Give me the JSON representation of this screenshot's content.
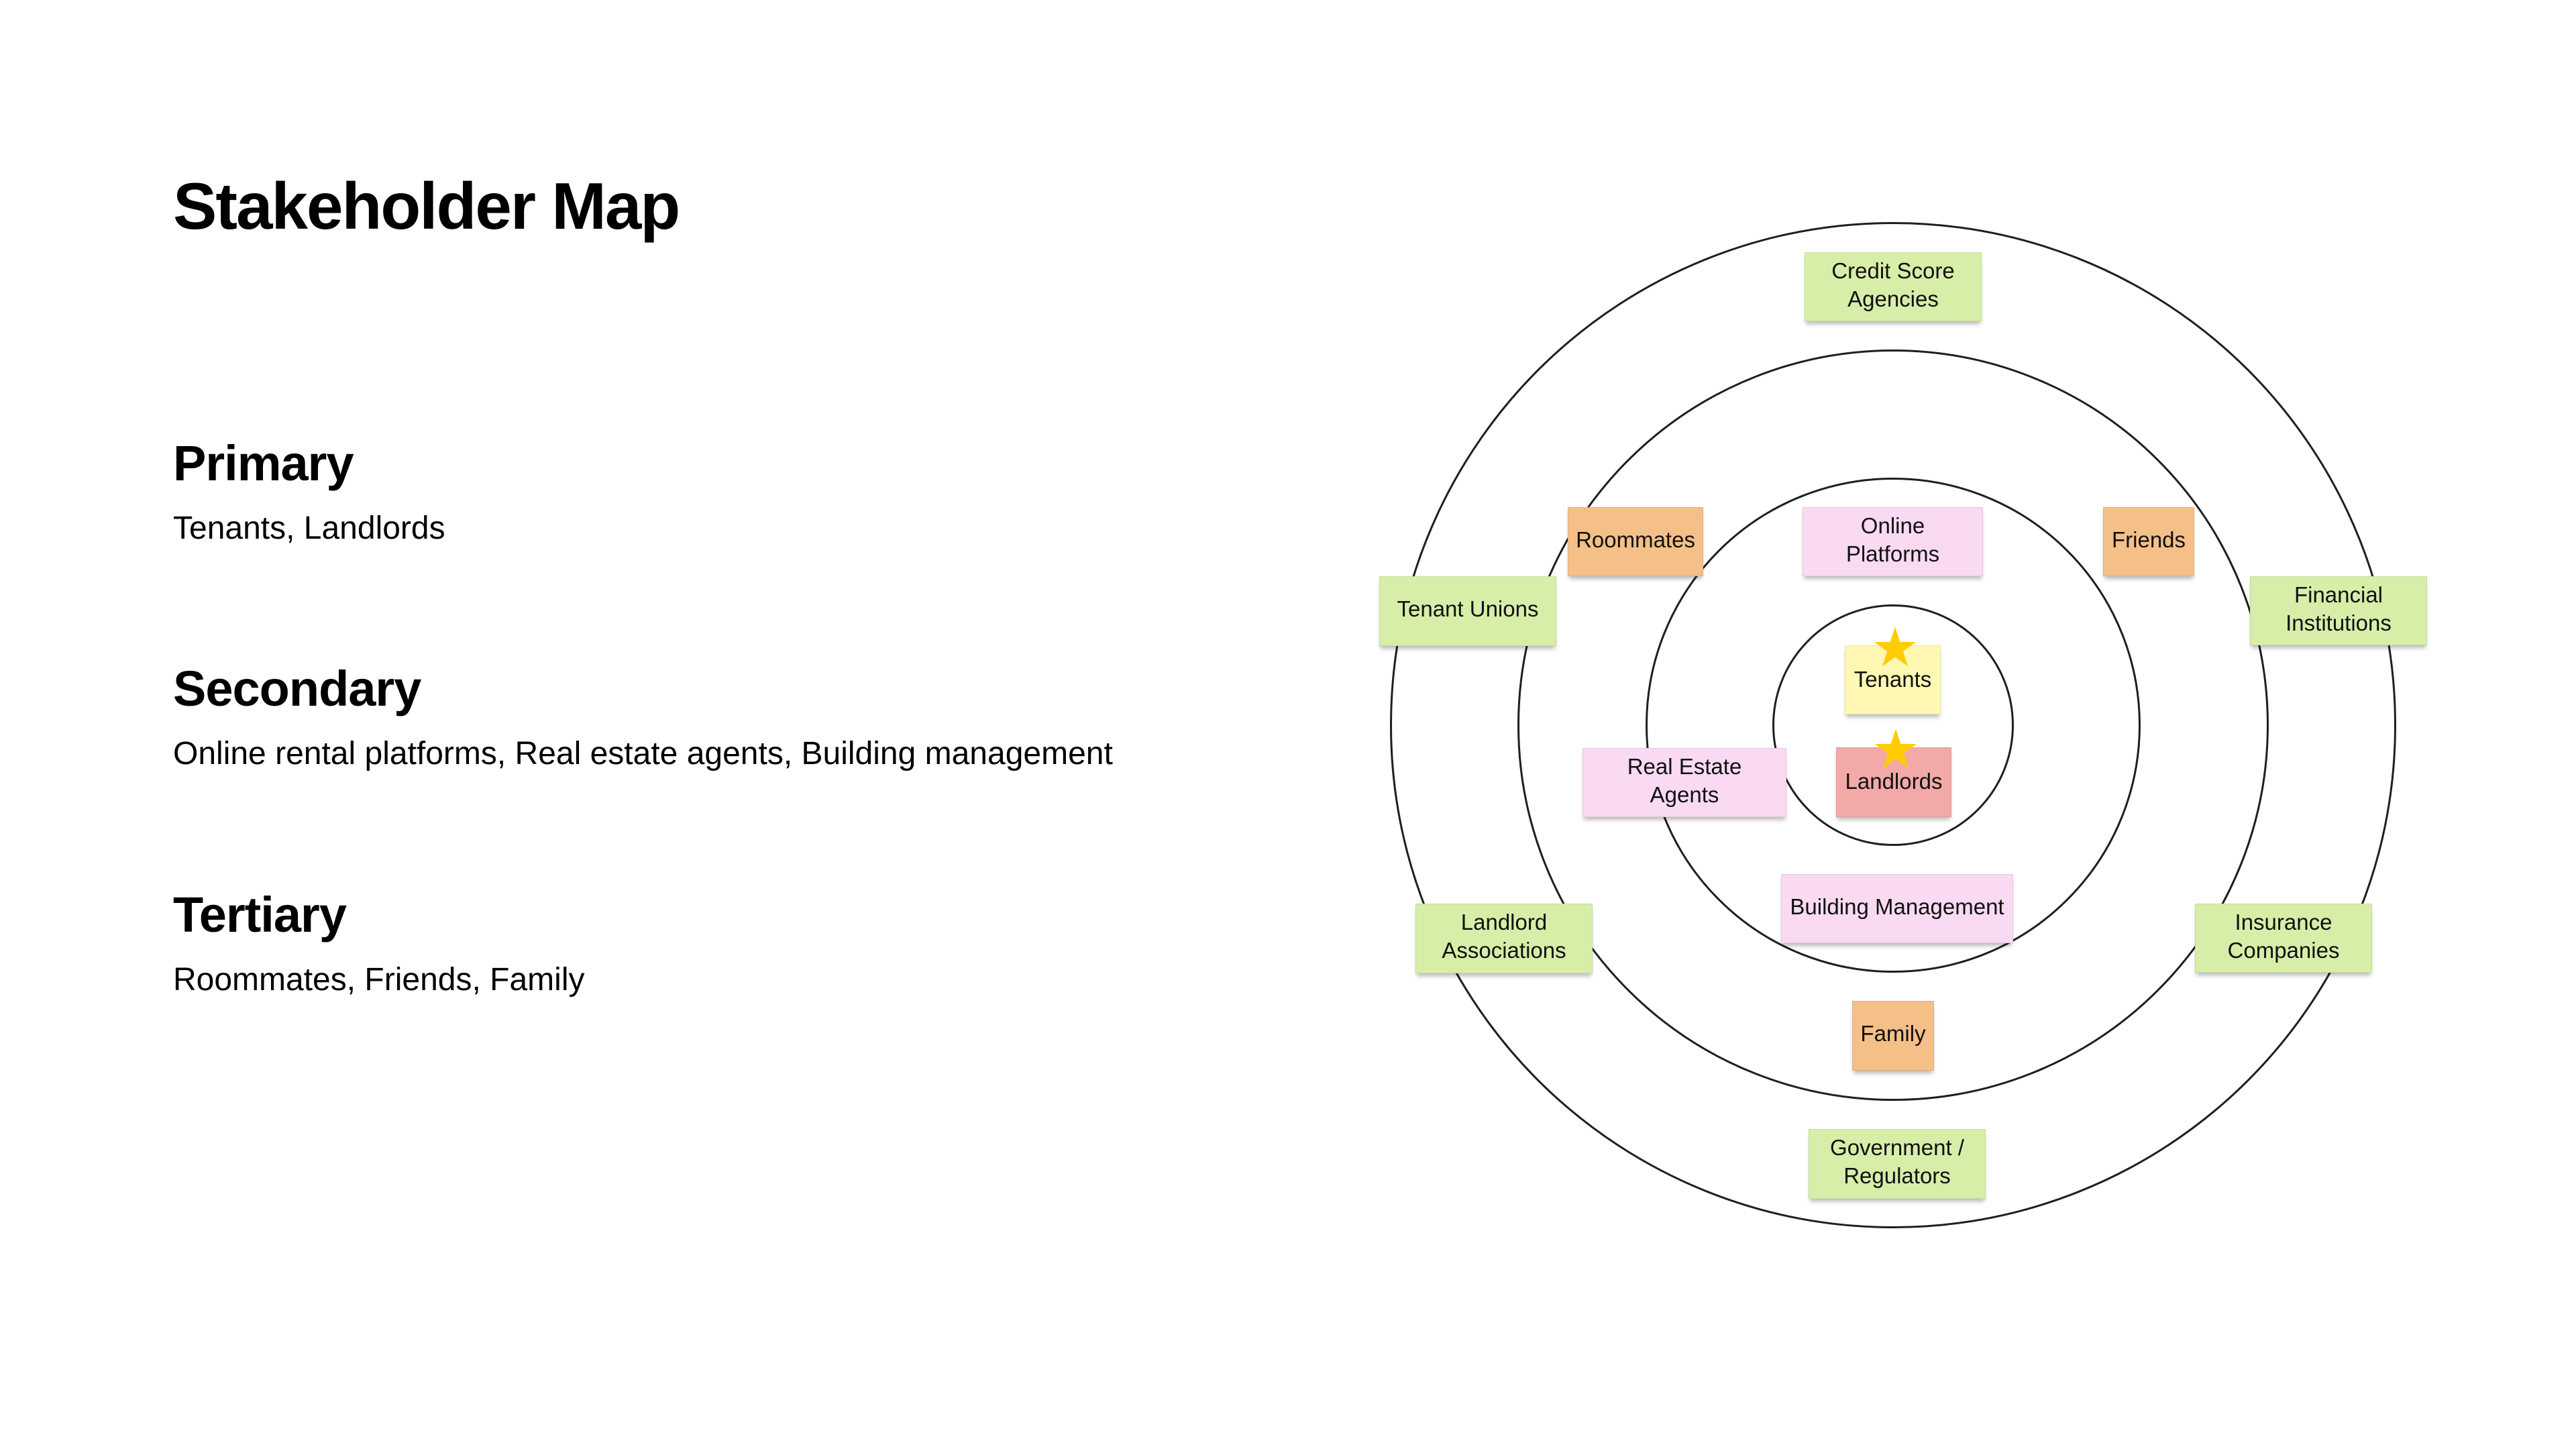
{
  "page": {
    "title": "Stakeholder Map"
  },
  "sections": [
    {
      "heading": "Primary",
      "body": "Tenants, Landlords"
    },
    {
      "heading": "Secondary",
      "body": "Online rental platforms, Real estate agents, Building management"
    },
    {
      "heading": "Tertiary",
      "body": "Roommates, Friends, Family"
    }
  ],
  "map": {
    "rings": [
      "core",
      "secondary",
      "tertiary",
      "external"
    ],
    "colors": {
      "ring_stroke": "#1f1f1f",
      "external": "#D7EEA8",
      "secondary": "#F9DAF2",
      "tertiary": "#F5BF88",
      "primary_tenants": "#FEF8B3",
      "primary_landlords": "#F2A9A8",
      "star": "#FFCC00"
    },
    "stickies": {
      "credit_score_agencies": "Credit Score Agencies",
      "roommates": "Roommates",
      "online_platforms": "Online Platforms",
      "friends": "Friends",
      "tenant_unions": "Tenant Unions",
      "financial_institutions": "Financial Institutions",
      "tenants": "Tenants",
      "real_estate_agents": "Real Estate Agents",
      "landlords": "Landlords",
      "building_management": "Building Management",
      "landlord_associations": "Landlord Associations",
      "insurance_companies": "Insurance Companies",
      "family": "Family",
      "government_regulators": "Government / Regulators"
    },
    "starred": [
      "tenants",
      "landlords"
    ]
  }
}
